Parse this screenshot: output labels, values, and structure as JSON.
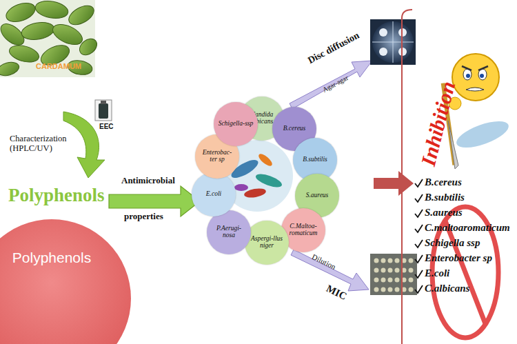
{
  "diagram": {
    "nodes": [
      {
        "text": [
          "Polyphenols"
        ]
      },
      {
        "text": [
          "Candida albicans"
        ]
      },
      {
        "text": [
          "B.cereus"
        ]
      },
      {
        "text": [
          "B.subtilis"
        ]
      },
      {
        "text": [
          "S.aureus"
        ]
      },
      {
        "text": [
          "C.Maltoa-romaticum"
        ]
      },
      {
        "text": [
          "Aspergi-llus niger"
        ]
      },
      {
        "text": [
          "P.Aerugi-nosa"
        ]
      },
      {
        "text": [
          "E.coli"
        ]
      },
      {
        "text": [
          "Enterobac-ter sp"
        ]
      },
      {
        "text": [
          "Schigella-ssp"
        ]
      }
    ],
    "labels": [
      "CARDAMUM",
      "EEC",
      "Characterization (HPLC/UV)",
      "Polyphenols",
      "Antimicrobial",
      "properties",
      "Disc diffusion",
      "Agar-agar",
      "Dilution",
      "MIC",
      "Inhibition",
      "B.cereus",
      "B.subtilis",
      "S.aureus",
      "C.maltoaromaticum",
      "Schigella ssp",
      "Enterobacter sp",
      "E.coli",
      "C.albicans"
    ]
  }
}
